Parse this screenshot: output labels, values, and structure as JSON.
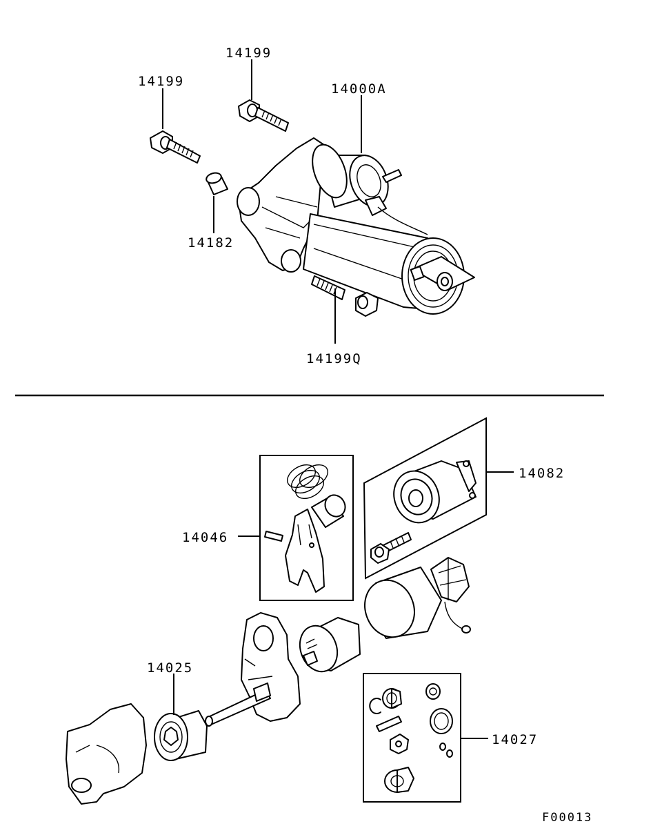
{
  "diagram": {
    "labels": {
      "bolt_left": "14199",
      "bolt_top": "14199",
      "starter_assembly": "14000A",
      "bushing": "14182",
      "bolt_bottom": "14199Q",
      "solenoid_switch": "14082",
      "lever_kit": "14046",
      "pinion_drive": "14025",
      "brush_kit": "14027"
    },
    "reference_code": "F00013"
  }
}
